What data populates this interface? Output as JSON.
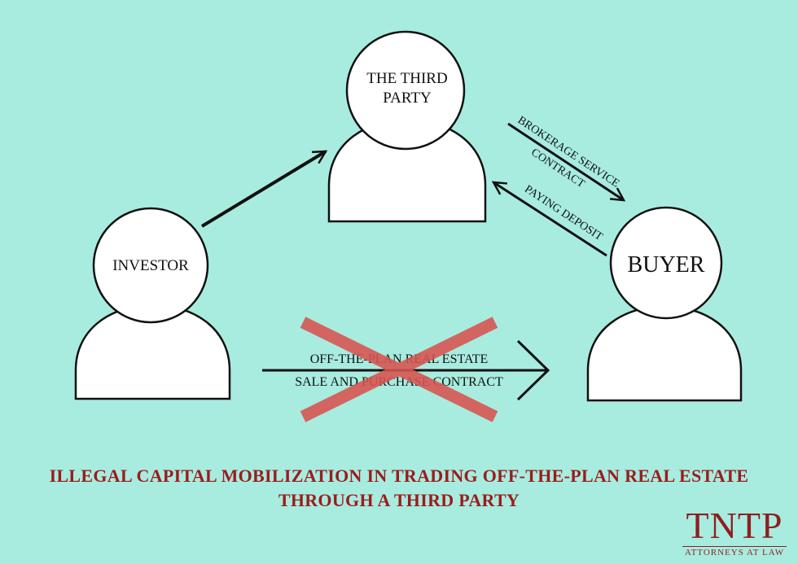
{
  "diagram": {
    "nodes": {
      "third_party": {
        "line1": "THE THIRD",
        "line2": "PARTY"
      },
      "investor": {
        "label": "INVESTOR"
      },
      "buyer": {
        "label": "BUYER"
      }
    },
    "edges": {
      "brokerage": {
        "line1": "BROKERAGE SERVICE",
        "line2": "CONTRACT"
      },
      "deposit": {
        "label": "PAYING DEPOSIT"
      },
      "direct_contract": {
        "line1": "OFF-THE-PLAN REAL ESTATE",
        "line2": "SALE AND PURCHASE CONTRACT",
        "crossed_out": true
      }
    },
    "colors": {
      "background": "#a8ece0",
      "cross": "#d9534f",
      "title": "#9b1c1c",
      "logo": "#8e1f1f"
    }
  },
  "title": {
    "line1": "ILLEGAL CAPITAL MOBILIZATION IN TRADING OFF-THE-PLAN REAL ESTATE",
    "line2": "THROUGH A THIRD PARTY"
  },
  "logo": {
    "name": "TNTP",
    "subtitle": "ATTORNEYS AT LAW"
  }
}
